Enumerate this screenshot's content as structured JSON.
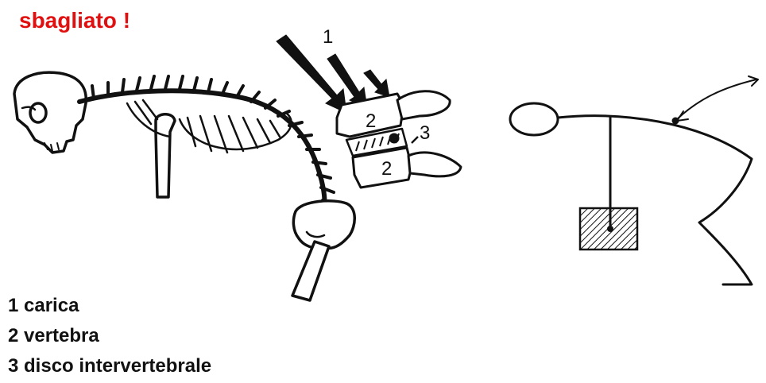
{
  "title": "sbagliato !",
  "colors": {
    "title": "#e01010",
    "ink": "#111111"
  },
  "figure_labels": {
    "load_number": "1",
    "vertebra_top_number": "2",
    "vertebra_bottom_number": "2",
    "disc_number": "3"
  },
  "legend": [
    "1 carica",
    "2 vertebra",
    "3 disco intervertebrale"
  ]
}
